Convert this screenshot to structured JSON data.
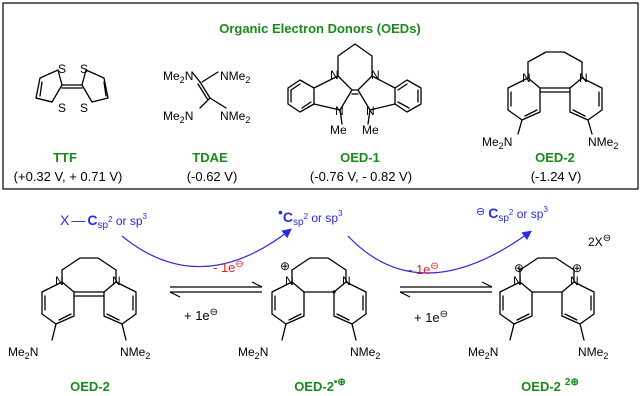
{
  "box": {
    "title": "Organic Electron Donors (OEDs)",
    "donors": [
      {
        "name": "TTF",
        "potential": "(+0.32 V, + 0.71 V)"
      },
      {
        "name": "TDAE",
        "potential": "(-0.62 V)"
      },
      {
        "name": "OED-1",
        "potential": "(-0.76 V, - 0.82 V)"
      },
      {
        "name": "OED-2",
        "potential": "(-1.24 V)"
      }
    ]
  },
  "labels": {
    "S": "S",
    "N": "N",
    "Me": "Me",
    "NMe2": "NMe",
    "Me2N": "Me",
    "Me2": "Me",
    "sub2": "2",
    "X": "X"
  },
  "scheme": {
    "substrate": "X",
    "c_label": "C",
    "sp_text": "sp",
    "or_text": " or ",
    "sup2": "2",
    "sup3": "3",
    "ox1": "- 1e",
    "red1": "+ 1e",
    "ox2": "- 1e",
    "red2": "+ 1e",
    "counter": "2X",
    "products": [
      "OED-2",
      "OED-2",
      "OED-2"
    ],
    "prod_sup": [
      "",
      "•⊕",
      "2⊕"
    ]
  },
  "colors": {
    "title": "#1a8a1a",
    "blue": "#2a2ae0",
    "red": "#e02020"
  }
}
